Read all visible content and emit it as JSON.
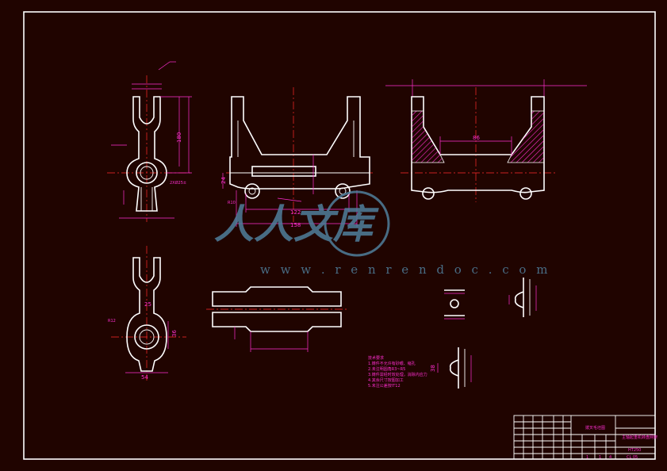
{
  "drawing": {
    "dimensions": {
      "top_view_180": "180",
      "top_view_2x25": "2XØ25±",
      "front_122": "122",
      "front_158": "158",
      "front_24": "24",
      "front_r10": "R10",
      "right_86": "86",
      "bottom_54": "54",
      "bottom_36": "36",
      "bottom_25": "25",
      "bottom_r12": "R12",
      "section_38": "38"
    },
    "technical_notes": [
      "技术要求",
      "1.铸件不允许有砂眼、缩孔",
      "2.未注明圆角R3~R5",
      "3.铸件需经时效处理，消除内应力",
      "4.其余尺寸按图加工",
      "5.未注公差按IT12"
    ],
    "title_block": {
      "part_name": "拨叉毛坯图",
      "subtitle": "主轴起重机转盘网架",
      "material": "HT250",
      "scale_cells": [
        "1",
        "1",
        "4"
      ],
      "drawing_code": "CL 05"
    }
  },
  "watermark": {
    "brand": "人人文库",
    "url": "w w w . r e n r e n d o c . c o m"
  },
  "colors": {
    "background": "#200400",
    "geometry": "#ffffff",
    "dimensions": "#ff2fd0",
    "centerlines": "#ff2a2a",
    "watermark": "#4f7f9c"
  }
}
